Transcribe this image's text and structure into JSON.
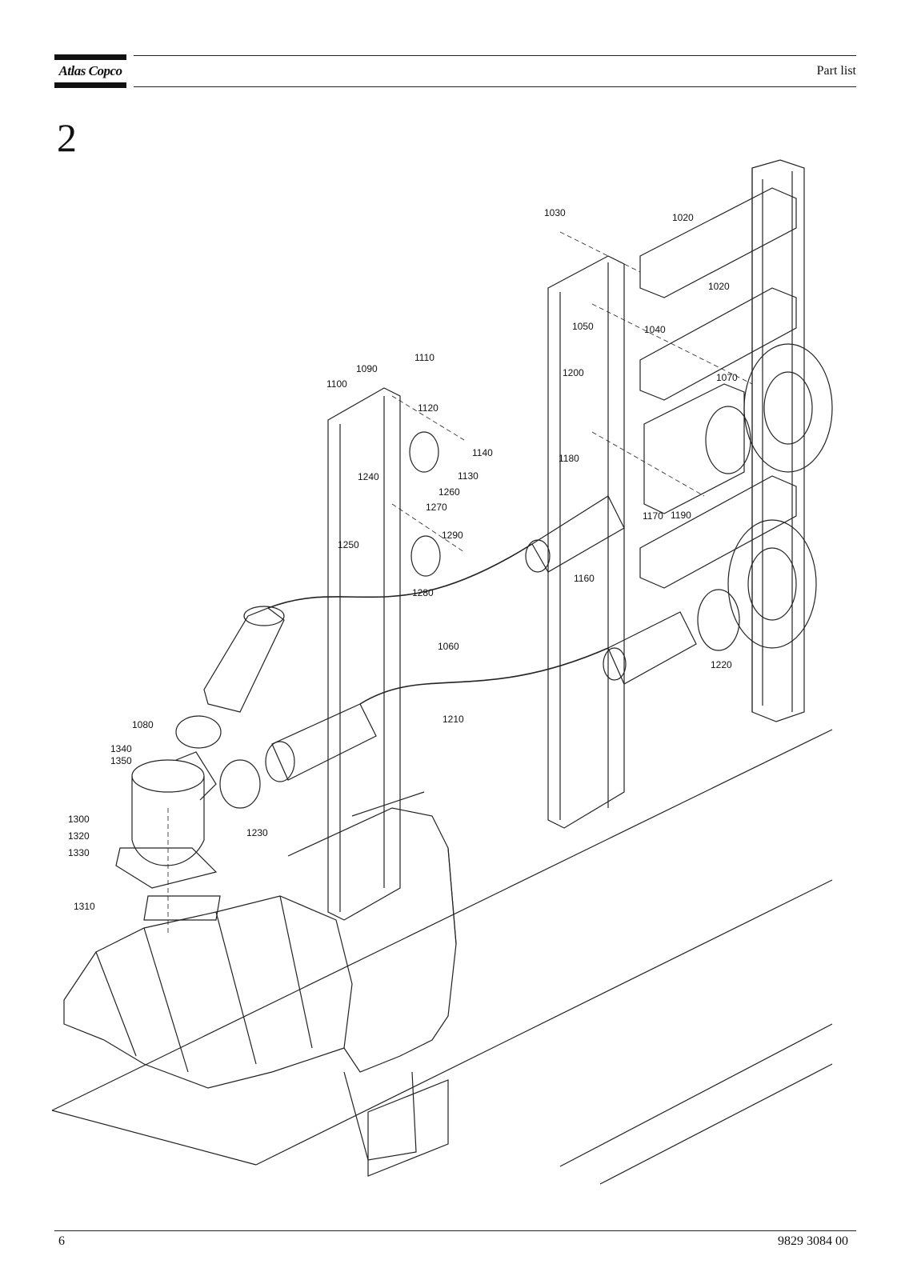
{
  "header": {
    "brand": "Atlas Copco",
    "title": "Part list"
  },
  "section": {
    "number": "2"
  },
  "callouts": [
    "1020",
    "1020",
    "1030",
    "1040",
    "1050",
    "1060",
    "1070",
    "1080",
    "1090",
    "1100",
    "1110",
    "1120",
    "1130",
    "1140",
    "1160",
    "1170",
    "1180",
    "1190",
    "1200",
    "1210",
    "1220",
    "1230",
    "1240",
    "1250",
    "1260",
    "1270",
    "1280",
    "1290",
    "1300",
    "1310",
    "1320",
    "1330",
    "1340",
    "1350"
  ],
  "footer": {
    "page_number": "6",
    "document_number": "9829 3084 00"
  }
}
